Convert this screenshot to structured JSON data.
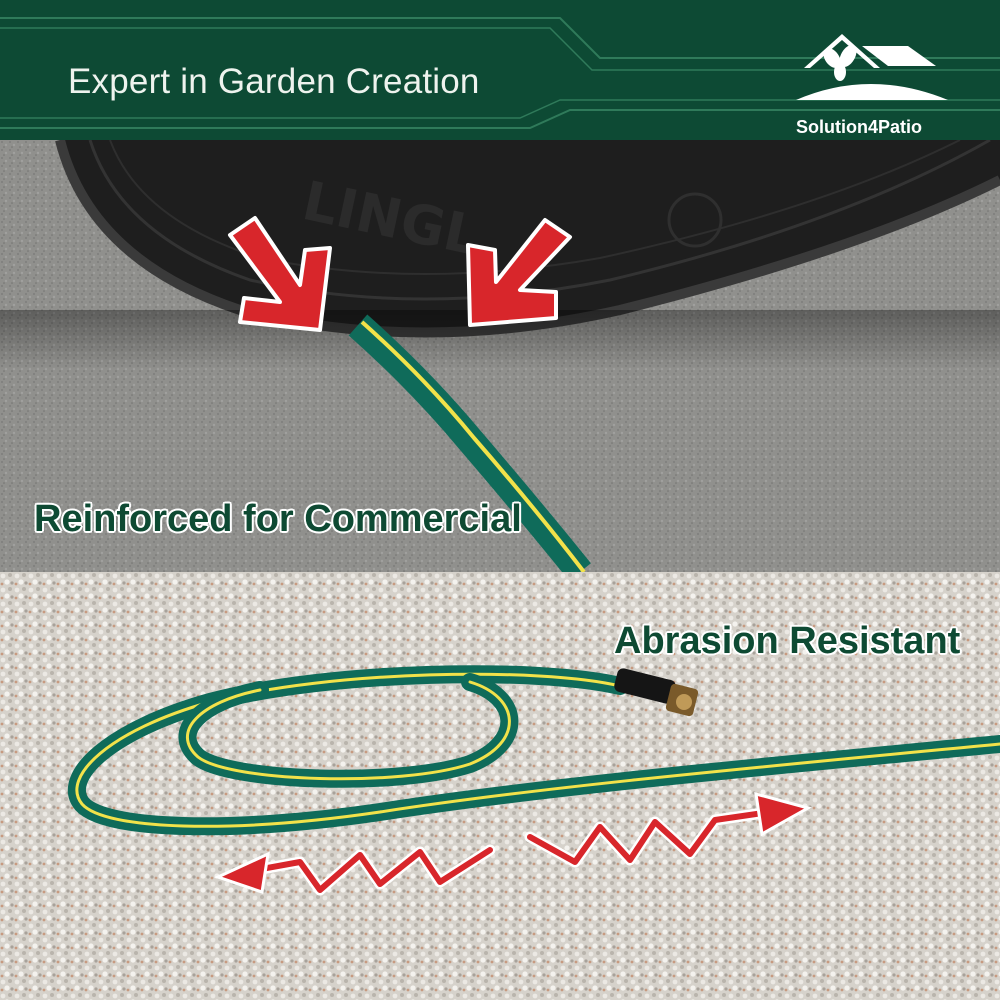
{
  "banner": {
    "title": "Expert in Garden Creation",
    "brand_name": "Solution4Patio",
    "background_color": "#0d4a34"
  },
  "top_panel": {
    "caption": "Reinforced for Commercial",
    "tire_sidewall_text": "LINGL",
    "arrow_color": "#d8262b"
  },
  "bottom_panel": {
    "caption": "Abrasion Resistant",
    "arrow_color": "#d8262b"
  },
  "colors": {
    "hose_green": "#0f6b5a",
    "hose_stripe": "#f2e24a",
    "caption_text": "#0e4a33"
  }
}
